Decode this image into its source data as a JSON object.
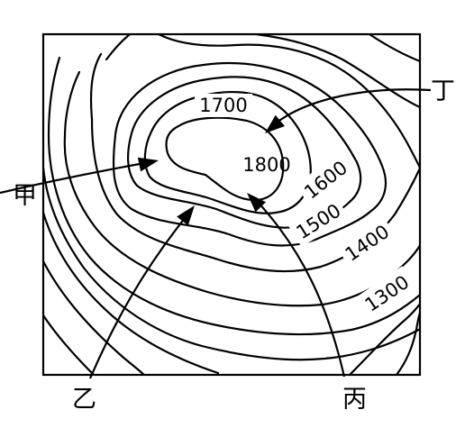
{
  "elevation_labels": {
    "c1300": "1300",
    "c1400": "1400",
    "c1500": "1500",
    "c1600": "1600",
    "c1700": "1700",
    "c1800": "1800"
  },
  "point_labels": {
    "jia": "甲",
    "yi": "乙",
    "bing": "丙",
    "ding": "丁"
  },
  "colors": {
    "line": "#000000",
    "background": "#ffffff"
  }
}
